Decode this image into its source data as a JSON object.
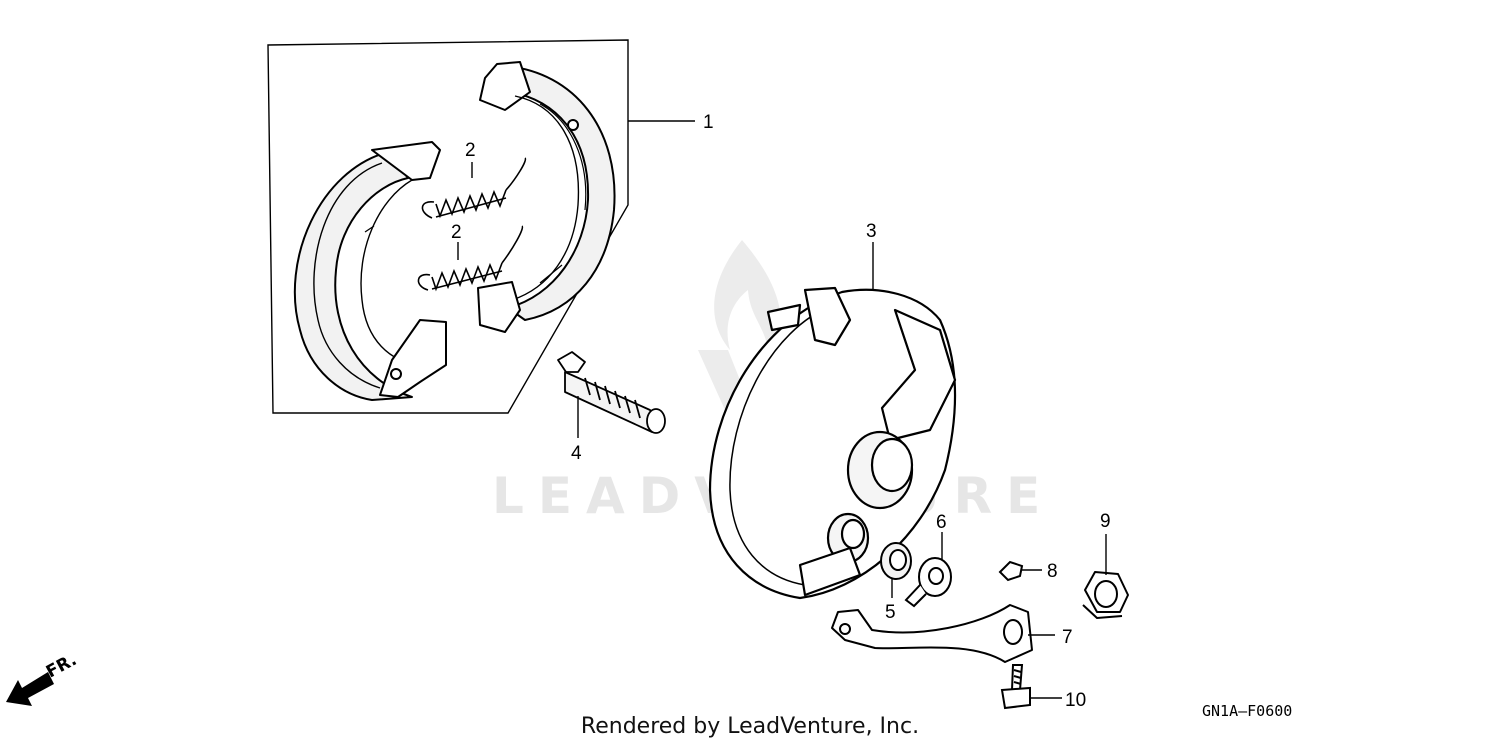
{
  "watermark": {
    "text": "LEADVENTURE"
  },
  "callouts": {
    "shoe_set": "1",
    "spring_upper": "2",
    "spring_lower": "2",
    "brake_panel": "3",
    "cam": "4",
    "seal": "5",
    "indicator_plate": "6",
    "arm": "7",
    "clip": "8",
    "nut": "9",
    "bolt": "10"
  },
  "front_indicator": {
    "label": "FR."
  },
  "diagram_code": "GN1A–F0600",
  "footer": {
    "text": "Rendered by LeadVenture, Inc."
  }
}
